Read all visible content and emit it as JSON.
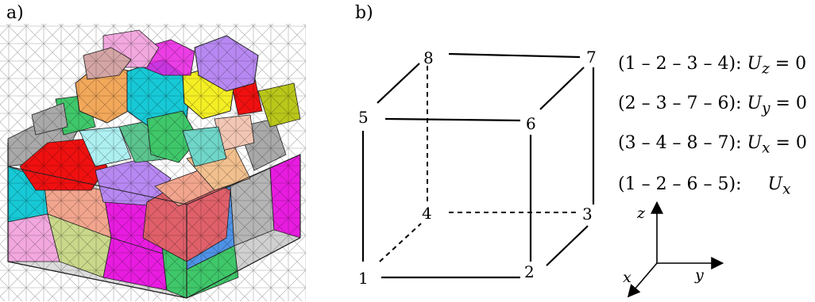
{
  "panels": {
    "a": "a)",
    "b": "b)"
  },
  "cube": {
    "nodes": [
      "1",
      "2",
      "3",
      "4",
      "5",
      "6",
      "7",
      "8"
    ]
  },
  "boundary_conditions": [
    {
      "face": "(1 – 2 – 3 – 4):",
      "condition": "U",
      "sub": "z",
      "rhs": " = 0"
    },
    {
      "face": "(2 – 3 – 7 – 6):",
      "condition": "U",
      "sub": "y",
      "rhs": " = 0"
    },
    {
      "face": "(3 – 4 – 8 – 7):",
      "condition": "U",
      "sub": "x",
      "rhs": " = 0"
    },
    {
      "face": "(1 – 2 – 6 – 5):",
      "condition": "U",
      "sub": "x",
      "rhs": ""
    }
  ],
  "axes": {
    "x": "x",
    "y": "y",
    "z": "z"
  },
  "colors": {
    "red": "#f01010",
    "cyan": "#17c9d6",
    "purple": "#b788f2",
    "pink": "#f2a8de",
    "salmon": "#f2a58e",
    "green": "#3fc76a",
    "yellow": "#f4ee24",
    "orange": "#f2a85a",
    "gray": "#a9a9a9",
    "magenta": "#e81ce0",
    "olive": "#b9c61a",
    "blue": "#4f92e6"
  }
}
